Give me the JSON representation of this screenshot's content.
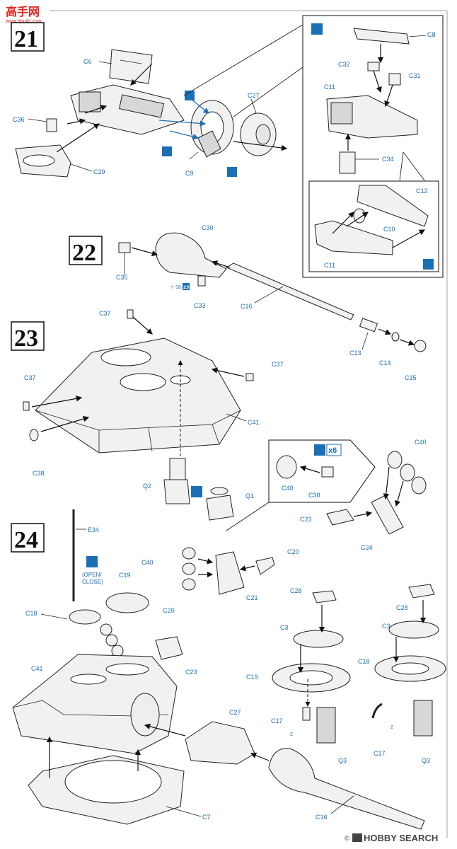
{
  "watermark": {
    "title": "高手网",
    "url": "www.hbuild.com"
  },
  "footer": {
    "brand": "HOBBY SEARCH",
    "mark": "©"
  },
  "steps": {
    "s21": "21",
    "s22": "22",
    "s23": "23",
    "s24": "24"
  },
  "icons": {
    "cement_count": "x6",
    "open_close": "(OPEN/\nCLOSE)",
    "open_close_l1": "(OPEN/",
    "open_close_l2": "CLOSE)",
    "no_cement": "ᴺ",
    "part_ref_22": "⊢18",
    "part_ref_22b": "23",
    "part_ref_24a": "2",
    "part_ref_24b": "2"
  },
  "labels": {
    "C6": "C6",
    "C36": "C36",
    "C29": "C29",
    "C9": "C9",
    "C27": "C27",
    "C8": "C8",
    "C32": "C32",
    "C31": "C31",
    "C11a": "C11",
    "C34": "C34",
    "C12": "C12",
    "C10": "C10",
    "C11b": "C11",
    "C30": "C30",
    "C35": "C35",
    "C33": "C33",
    "C16a": "C16",
    "C13": "C13",
    "C14": "C14",
    "C15": "C15",
    "C37a": "C37",
    "C37b": "C37",
    "C37c": "C37",
    "C41a": "C41",
    "C38a": "C38",
    "Q2": "Q2",
    "Q1": "Q1",
    "C40a": "C40",
    "C38b": "C38",
    "C40b": "C40",
    "C23a": "C23",
    "C24": "C24",
    "E34": "E34",
    "C19a": "C19",
    "C40c": "C40",
    "C20a": "C20",
    "C21": "C21",
    "C18a": "C18",
    "C20b": "C20",
    "C23b": "C23",
    "C41b": "C41",
    "C28a": "C28",
    "C3a": "C3",
    "C19b": "C19",
    "C17a": "C17",
    "Q3a": "Q3",
    "C28b": "C28",
    "C3b": "C3",
    "C18b": "C18",
    "C17b": "C17",
    "Q3b": "Q3",
    "C27b": "C27",
    "C7": "C7",
    "C16b": "C16"
  }
}
